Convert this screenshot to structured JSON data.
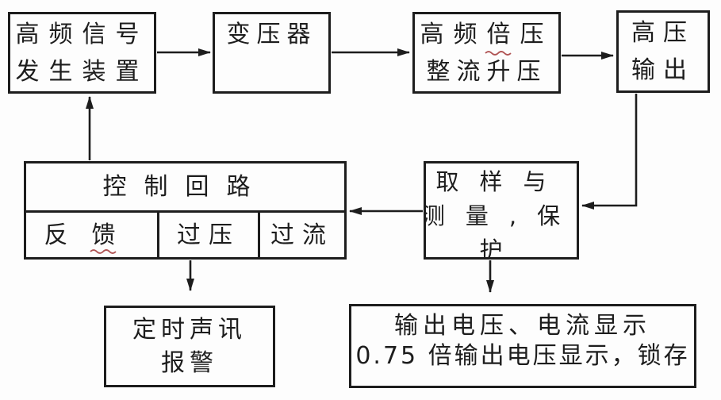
{
  "diagram": {
    "colors": {
      "background": "#fdfdfd",
      "ink": "#1d1d1d",
      "squiggle": "#b05454"
    },
    "nodes": {
      "signal_generator": {
        "lines": [
          "高频信号",
          "发生装置"
        ]
      },
      "transformer": {
        "lines": [
          "变压器"
        ]
      },
      "doubler_rectifier": {
        "lines": [
          "高频倍压",
          "整流升压"
        ]
      },
      "hv_output": {
        "lines": [
          "高压",
          "输出"
        ]
      },
      "control_loop": {
        "title": "控制回路",
        "cells": [
          "反馈",
          "过压",
          "过流"
        ]
      },
      "sampling_protection": {
        "lines": [
          "取样与",
          "测量,保",
          "护"
        ]
      },
      "timed_alarm": {
        "lines": [
          "定时声讯",
          "报警"
        ]
      },
      "output_display": {
        "lines": [
          "输出电压、电流显示",
          "0.75 倍输出电压显示，锁存"
        ]
      }
    }
  }
}
